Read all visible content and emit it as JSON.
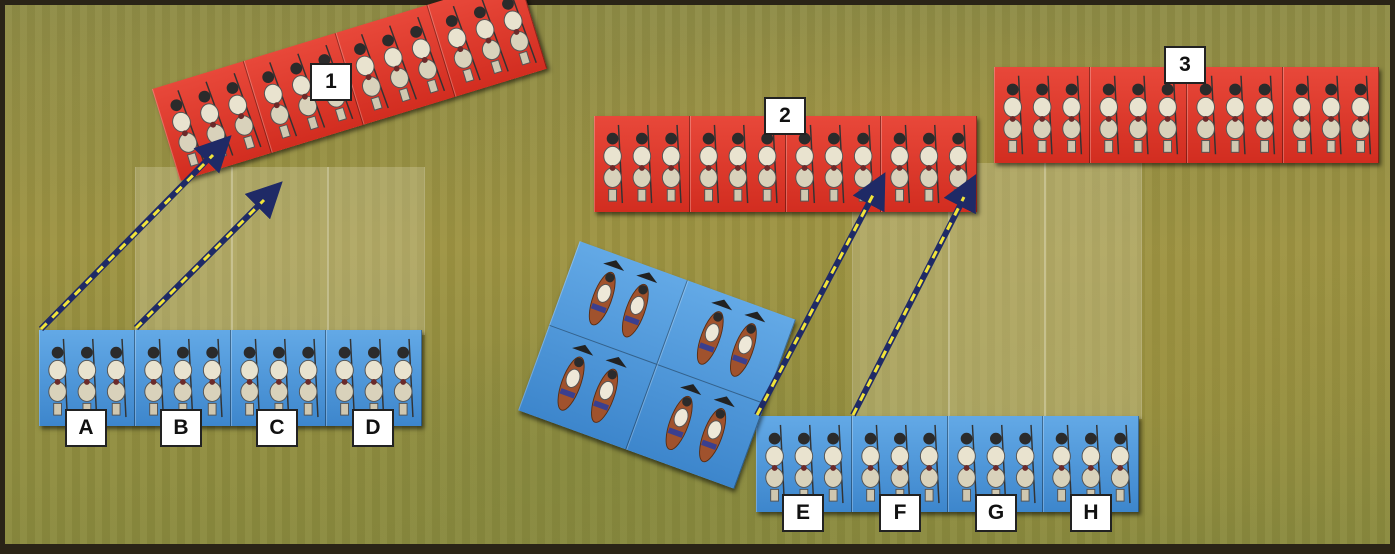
{
  "board": {
    "red_labels": [
      "1",
      "2",
      "3"
    ],
    "blue_labels": [
      "A",
      "B",
      "C",
      "D",
      "E",
      "F",
      "G",
      "H"
    ]
  },
  "colors": {
    "red_unit": "#d8362a",
    "blue_unit": "#4b94d8",
    "arrow_outer": "#1f2a66",
    "arrow_inner": "#f1e43a"
  },
  "icons": {
    "infantry": "infantry-figure-icon",
    "cavalry": "cavalry-figure-icon"
  }
}
